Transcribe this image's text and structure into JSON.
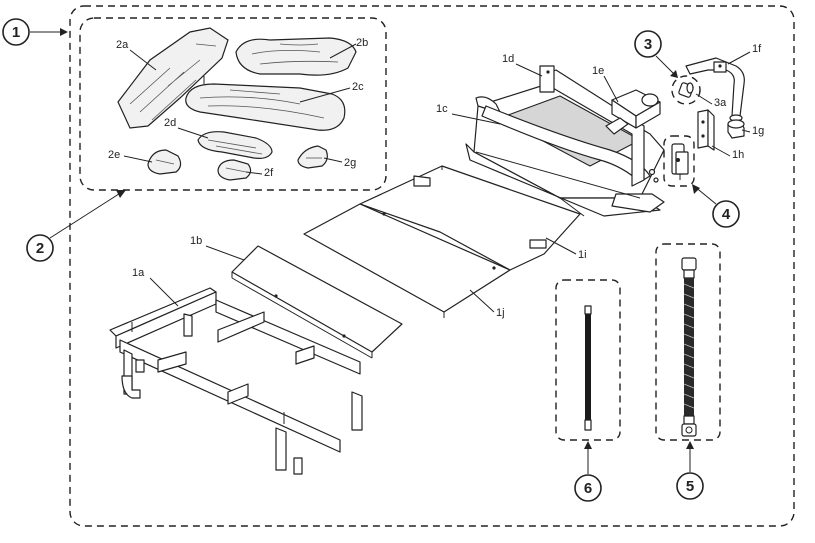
{
  "callouts": {
    "c1": "1",
    "c2": "2",
    "c3": "3",
    "c4": "4",
    "c5": "5",
    "c6": "6"
  },
  "labels": {
    "l1a": "1a",
    "l1b": "1b",
    "l1c": "1c",
    "l1d": "1d",
    "l1e": "1e",
    "l1f": "1f",
    "l1g": "1g",
    "l1h": "1h",
    "l1i": "1i",
    "l1j": "1j",
    "l2a": "2a",
    "l2b": "2b",
    "l2c": "2c",
    "l2d": "2d",
    "l2e": "2e",
    "l2f": "2f",
    "l2g": "2g",
    "l3a": "3a"
  }
}
